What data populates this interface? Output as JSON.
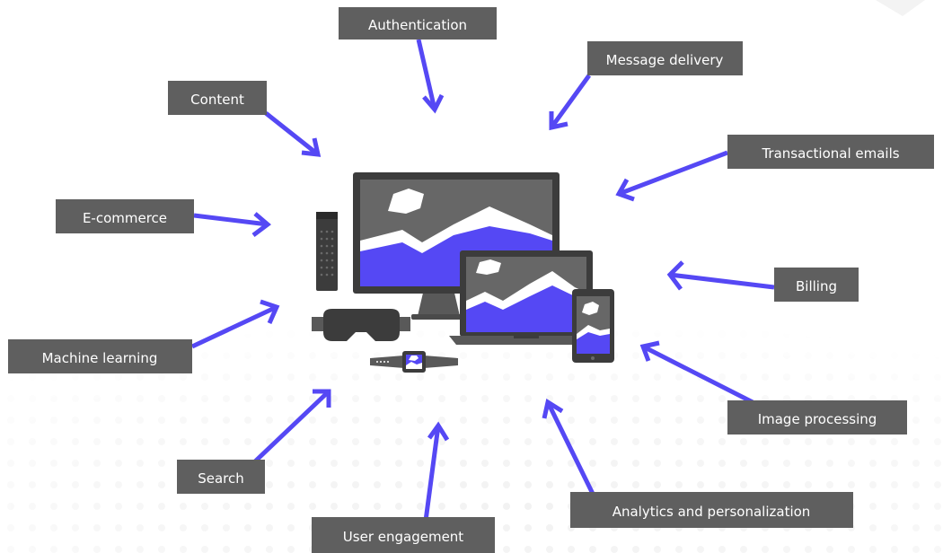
{
  "colors": {
    "label_bg": "#5f5f5f",
    "label_text": "#ffffff",
    "arrow": "#5548f4",
    "device_dark": "#3c3c3c",
    "device_mid": "#595959",
    "screen_bg": "#676767",
    "mountain": "#5548f4",
    "snow": "#ffffff",
    "dots": "#f2f2f2"
  },
  "labels": {
    "authentication": "Authentication",
    "message_delivery": "Message delivery",
    "content": "Content",
    "transactional_emails": "Transactional emails",
    "ecommerce": "E-commerce",
    "billing": "Billing",
    "machine_learning": "Machine learning",
    "image_processing": "Image processing",
    "search": "Search",
    "user_engagement": "User engagement",
    "analytics": "Analytics and personalization"
  },
  "devices": [
    "monitor-icon",
    "laptop-icon",
    "tablet-icon",
    "phone-icon",
    "vr-headset-icon",
    "smartwatch-icon"
  ]
}
